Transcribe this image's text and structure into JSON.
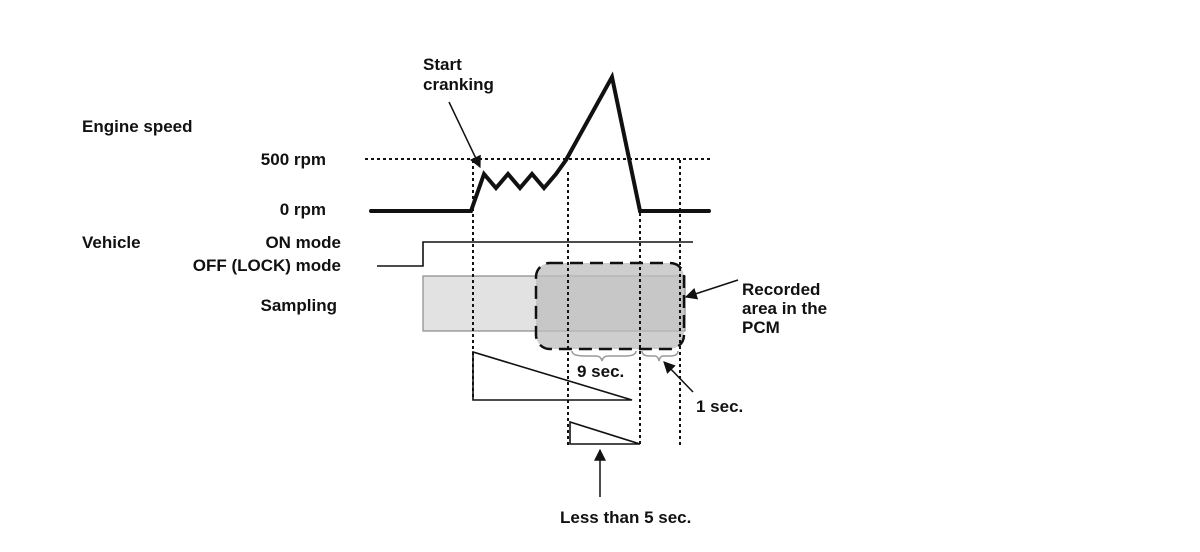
{
  "labels": {
    "start_cranking_line1": "Start",
    "start_cranking_line2": "cranking",
    "engine_speed": "Engine speed",
    "rpm_500": "500 rpm",
    "rpm_0": "0 rpm",
    "vehicle": "Vehicle",
    "on_mode": "ON mode",
    "off_lock_mode": "OFF (LOCK) mode",
    "sampling": "Sampling",
    "recorded_line1": "Recorded",
    "recorded_line2": "area in the",
    "recorded_line3": "PCM",
    "nine_sec": "9 sec.",
    "one_sec": "1 sec.",
    "less_than_5_sec": "Less than 5 sec."
  },
  "colors": {
    "line": "#111111",
    "sampling_fill": "#e2e2e2",
    "sampling_border": "#8a8a8a",
    "recorded_fill": "#bdbdbd",
    "bracket": "#9a9a9a"
  }
}
